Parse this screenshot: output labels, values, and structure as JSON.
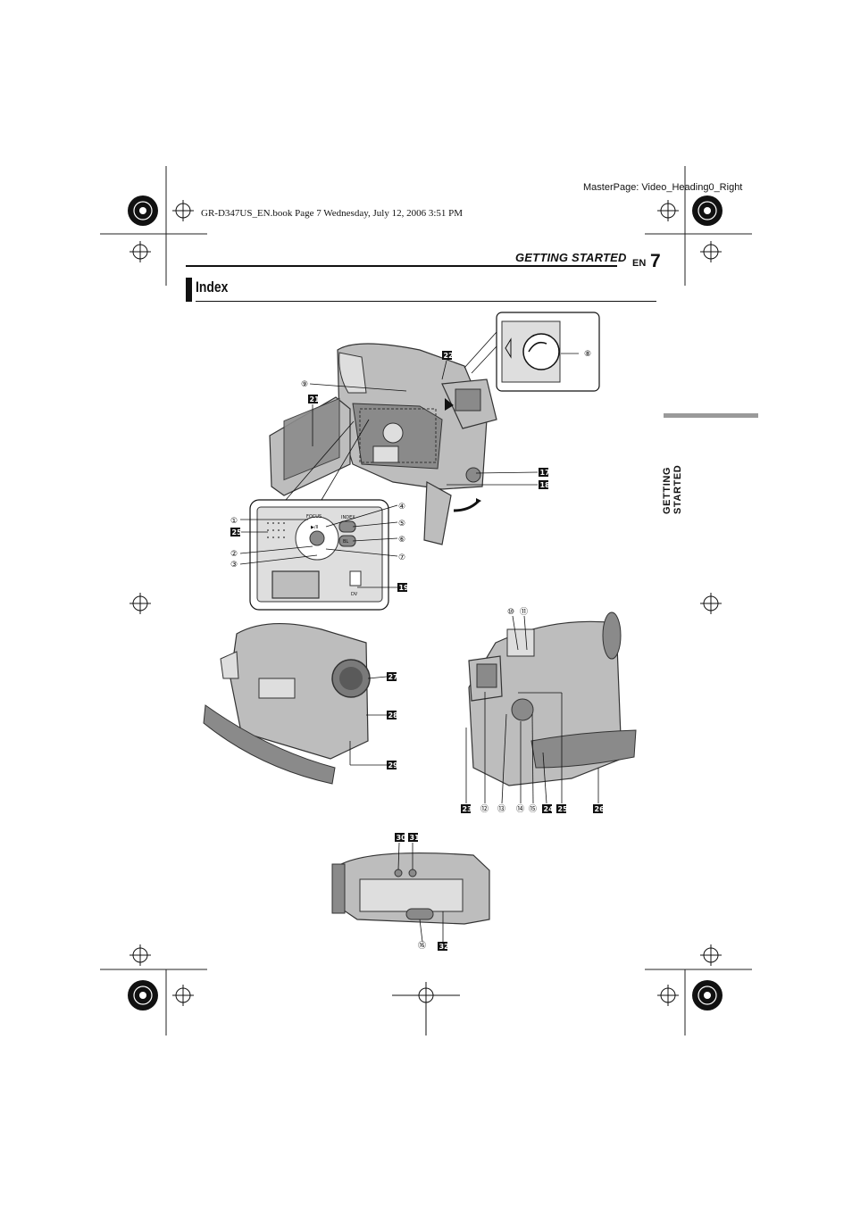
{
  "master_page": "MasterPage: Video_Heading0_Right",
  "book_info": "GR-D347US_EN.book  Page 7  Wednesday, July 12, 2006  3:51 PM",
  "header": {
    "section": "GETTING STARTED",
    "lang": "EN",
    "page_number": "7"
  },
  "title": "Index",
  "side_tab": "GETTING STARTED",
  "labels": {
    "c1": "①",
    "c2": "②",
    "c3": "③",
    "c4": "④",
    "c5": "⑤",
    "c6": "⑥",
    "c7": "⑦",
    "c8": "⑧",
    "c9": "⑨",
    "c10": "⑩",
    "c11": "⑪",
    "c12": "⑫",
    "c13": "⑬",
    "c14": "⑭",
    "c15": "⑮",
    "c16": "⑯",
    "s17": "17",
    "s18": "18",
    "s19": "19",
    "s21": "21",
    "s22": "22",
    "s23": "23",
    "s24": "24",
    "s25a": "25",
    "s25b": "25",
    "s26": "26",
    "s27": "27",
    "s28": "28",
    "s29": "29",
    "s30": "30",
    "s31": "31",
    "s32": "32"
  },
  "panel_text": {
    "focus": "FOCUS",
    "play": "▶/II",
    "index": "INDEX",
    "bl": "BL",
    "dv": "DV"
  },
  "colors": {
    "ink": "#111111",
    "body_gray": "#bdbdbd",
    "tab_gray": "#9a9a9a"
  }
}
